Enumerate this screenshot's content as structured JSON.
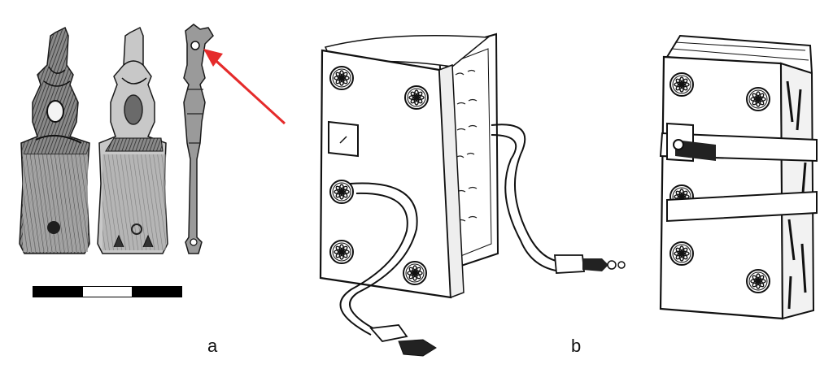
{
  "figure": {
    "label_a": "a",
    "label_b": "b"
  },
  "colors": {
    "ink": "#1a1a1a",
    "metal_dark": "#3b3b3b",
    "metal_mid": "#7a7a7a",
    "metal_light": "#b5b5b5",
    "arrow": "#e52b2b",
    "paper": "#ffffff"
  },
  "scale_bar": {
    "segments": [
      "black",
      "white",
      "black"
    ]
  },
  "icons": [
    "red-arrow-icon",
    "rosette-ornament-icon",
    "clasp-strap-icon"
  ]
}
